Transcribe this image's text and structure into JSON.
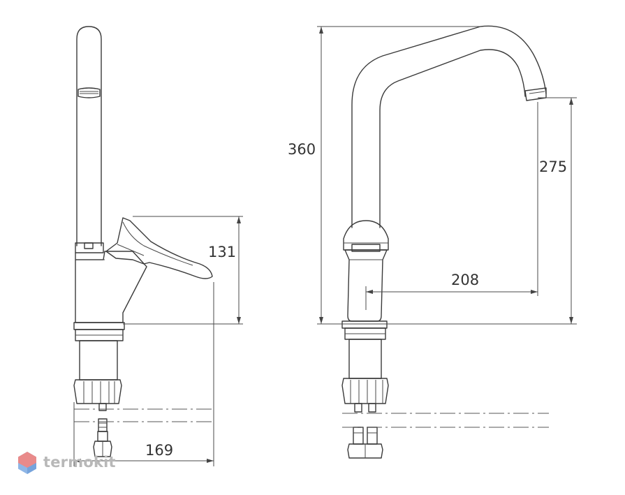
{
  "dimensions": {
    "side_spout_reach": "169",
    "side_lever_height": "131",
    "front_total_height": "360",
    "front_spout_height": "275",
    "front_spout_reach": "208"
  },
  "brand": {
    "name": "termokit",
    "logo_icon": "hexagon-logo-icon",
    "logo_colors": [
      "#e98a8a",
      "#8fb6e6"
    ]
  }
}
